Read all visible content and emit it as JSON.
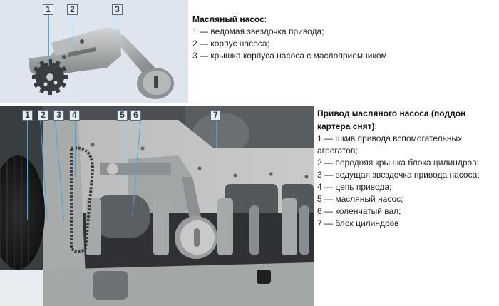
{
  "pump_figure": {
    "callouts": [
      "1",
      "2",
      "3"
    ],
    "caption": {
      "title": "Масляный насос",
      "title_suffix": ":",
      "items": [
        "1 — ведомая звездочка привода;",
        "2 — корпус насоса;",
        "3 — крышка корпуса насоса с маслоприемником"
      ]
    }
  },
  "drive_figure": {
    "callouts": [
      "1",
      "2",
      "3",
      "4",
      "5",
      "6",
      "7"
    ],
    "caption": {
      "title": "Привод масляного насоса (поддон картера снят)",
      "title_suffix": ":",
      "items": [
        "1 — шкив привода вспомогательных агрегатов;",
        "2 — передняя крышка блока цилиндров;",
        "3 — ведущая звездочка привода насоса;",
        "4 — цепь привода;",
        "5 — масляный насос;",
        "6 — коленчатый вал;",
        "7 — блок цилиндров"
      ]
    }
  },
  "colors": {
    "leader_line": "#4aa3d8",
    "callout_bg": "#e6eef4",
    "top_photo_bg": "#dfe5ee"
  }
}
